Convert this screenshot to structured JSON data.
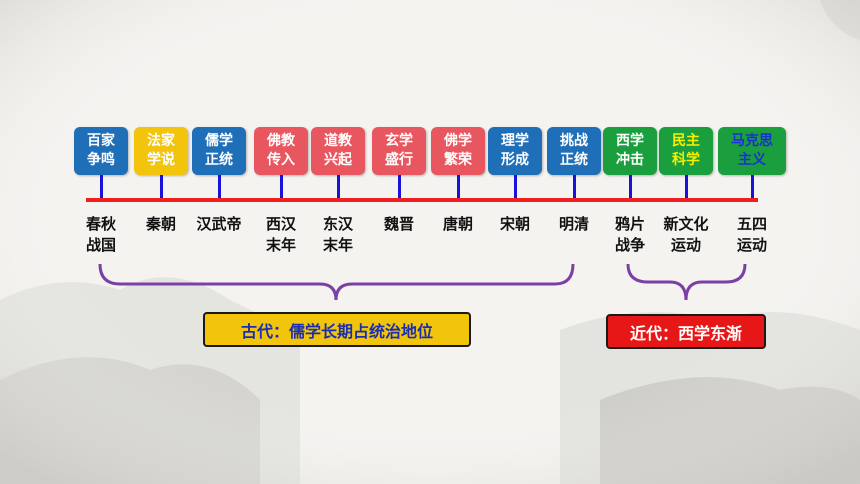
{
  "colors": {
    "blue": "#1f6fb8",
    "yellow": "#f2c40c",
    "pink": "#e8575f",
    "green": "#1b9e3e",
    "timeline": "#ef1f1f",
    "stem": "#1a12d8",
    "bracket": "#7b3fa6"
  },
  "boxes": [
    {
      "line1": "百家",
      "line2": "争鸣",
      "color": "blue",
      "text_color": "#ffffff"
    },
    {
      "line1": "法家",
      "line2": "学说",
      "color": "yellow",
      "text_color": "#ffffff"
    },
    {
      "line1": "儒学",
      "line2": "正统",
      "color": "blue",
      "text_color": "#ffffff"
    },
    {
      "line1": "佛教",
      "line2": "传入",
      "color": "pink",
      "text_color": "#ffffff"
    },
    {
      "line1": "道教",
      "line2": "兴起",
      "color": "pink",
      "text_color": "#ffffff"
    },
    {
      "line1": "玄学",
      "line2": "盛行",
      "color": "pink",
      "text_color": "#ffffff"
    },
    {
      "line1": "佛学",
      "line2": "繁荣",
      "color": "pink",
      "text_color": "#ffffff"
    },
    {
      "line1": "理学",
      "line2": "形成",
      "color": "blue",
      "text_color": "#ffffff"
    },
    {
      "line1": "挑战",
      "line2": "正统",
      "color": "blue",
      "text_color": "#ffffff"
    },
    {
      "line1": "西学",
      "line2": "冲击",
      "color": "green",
      "text_color": "#ffffff"
    },
    {
      "line1": "民主",
      "line2": "科学",
      "color": "green",
      "text_color": "#f5f000"
    },
    {
      "line1": "马克思",
      "line2": "主义",
      "color": "green",
      "text_color": "#1a2fd8"
    }
  ],
  "eras": [
    {
      "line1": "春秋",
      "line2": "战国"
    },
    {
      "line1": "秦朝",
      "line2": ""
    },
    {
      "line1": "汉武帝",
      "line2": ""
    },
    {
      "line1": "西汉",
      "line2": "末年"
    },
    {
      "line1": "东汉",
      "line2": "末年"
    },
    {
      "line1": "魏晋",
      "line2": ""
    },
    {
      "line1": "唐朝",
      "line2": ""
    },
    {
      "line1": "宋朝",
      "line2": ""
    },
    {
      "line1": "明清",
      "line2": ""
    },
    {
      "line1": "鸦片",
      "line2": "战争"
    },
    {
      "line1": "新文化",
      "line2": "运动"
    },
    {
      "line1": "五四",
      "line2": "运动"
    }
  ],
  "summaries": {
    "ancient": {
      "label": "古代：儒学长期占统治地位",
      "bg": "#f2c40c",
      "text_color": "#1a2fb0",
      "border": "#1a1a1a"
    },
    "modern": {
      "label": "近代：西学东渐",
      "bg": "#e81717",
      "text_color": "#ffffff",
      "border": "#1a1a1a"
    }
  }
}
